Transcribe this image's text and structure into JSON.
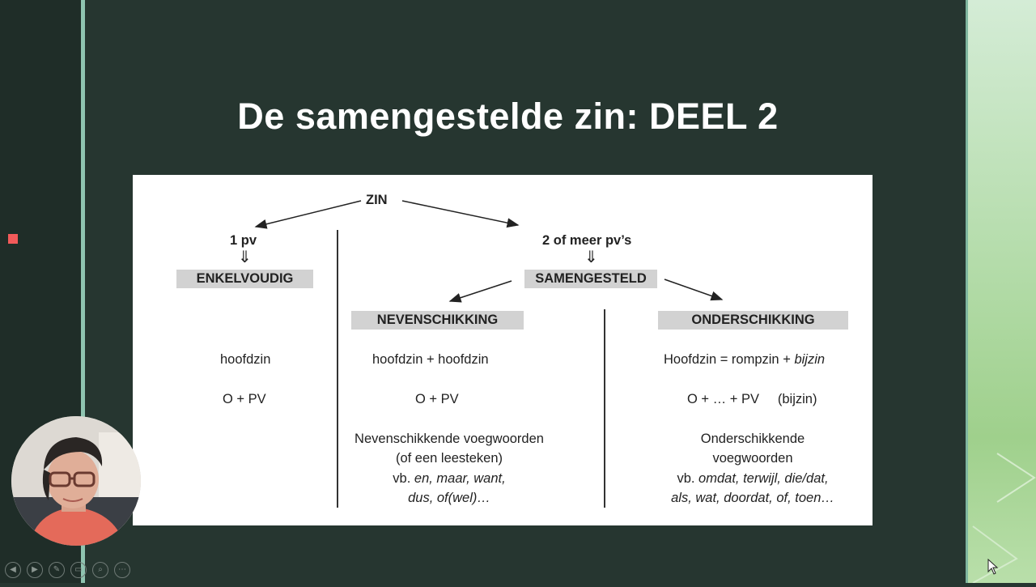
{
  "slide": {
    "title": "De samengestelde zin: DEEL 2"
  },
  "diagram": {
    "root": "ZIN",
    "left_branch": "1 pv",
    "right_branch": "2 of meer pv’s",
    "enkelvoudig": "ENKELVOUDIG",
    "samengesteld": "SAMENGESTELD",
    "nevenschikking": "NEVENSCHIKKING",
    "onderschikking": "ONDERSCHIKKING",
    "col1": {
      "line1": "hoofdzin",
      "line2": "O + PV"
    },
    "col2": {
      "line1": "hoofdzin + hoofdzin",
      "line2": "O + PV",
      "line3": "Nevenschikkende voegwoorden",
      "line4": "(of een leesteken)",
      "line5_prefix": "vb.",
      "line5_examples": "en, maar, want,",
      "line6_examples": "dus, of(wel)…"
    },
    "col3": {
      "line1_prefix": "Hoofdzin = rompzin +",
      "line1_italic": "bijzin",
      "line2": "O + … + PV     (bijzin)",
      "line3": "Onderschikkende",
      "line4": "voegwoorden",
      "line5_prefix": "vb.",
      "line5_examples": "omdat, terwijl, die/dat,",
      "line6_examples": "als, wat, doordat, of, toen…"
    }
  },
  "controls": {
    "prev": "◀",
    "next": "▶",
    "pen": "✎",
    "slides": "▭",
    "zoom": "⌕",
    "more": "⋯"
  },
  "icons": [
    "arrow-left-icon",
    "arrow-right-icon",
    "pen-icon",
    "slides-icon",
    "zoom-icon",
    "more-icon",
    "cursor-icon"
  ]
}
